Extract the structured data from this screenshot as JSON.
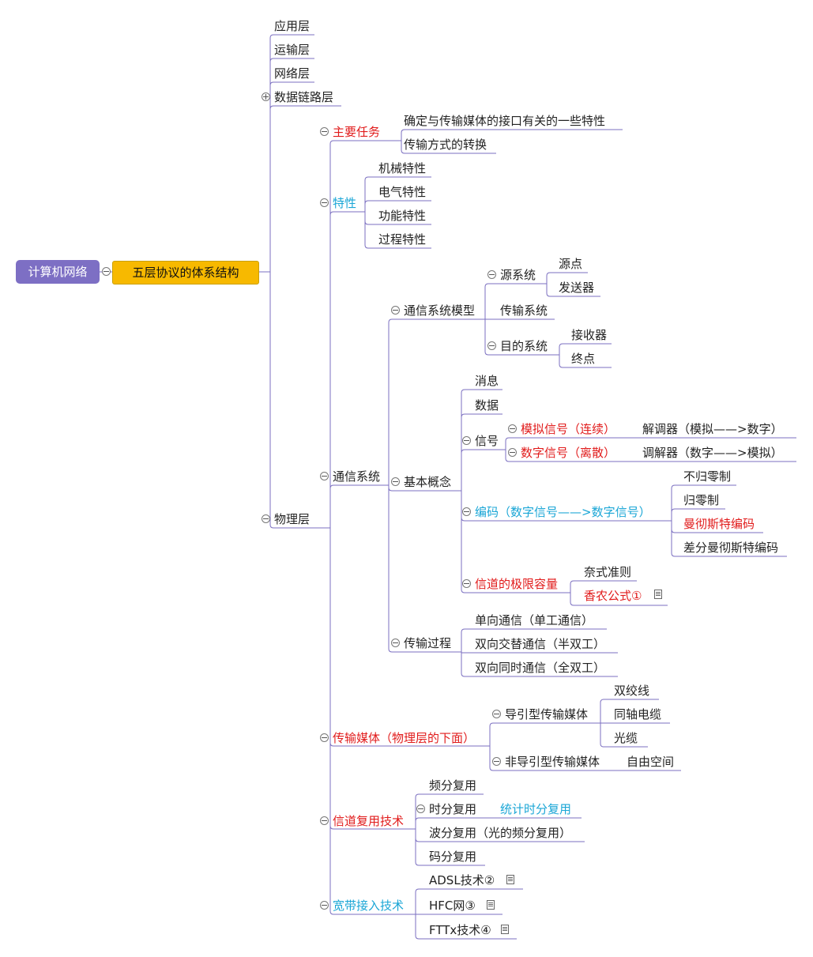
{
  "root": "计算机网络",
  "main": "五层协议的体系结构",
  "layers": {
    "application": "应用层",
    "transport": "运输层",
    "network": "网络层",
    "datalink": "数据链路层",
    "physical": "物理层"
  },
  "main_task": {
    "label": "主要任务",
    "items": [
      "确定与传输媒体的接口有关的一些特性",
      "传输方式的转换"
    ]
  },
  "features": {
    "label": "特性",
    "items": [
      "机械特性",
      "电气特性",
      "功能特性",
      "过程特性"
    ]
  },
  "comm_system": {
    "label": "通信系统",
    "model": {
      "label": "通信系统模型",
      "source": "源系统",
      "source_items": [
        "源点",
        "发送器"
      ],
      "transmission": "传输系统",
      "dest": "目的系统",
      "dest_items": [
        "接收器",
        "终点"
      ]
    },
    "concepts": {
      "label": "基本概念",
      "message": "消息",
      "data": "数据",
      "signal": "信号",
      "analog": "模拟信号（连续）",
      "analog_note": "解调器（模拟——>数字）",
      "digital": "数字信号（离散）",
      "digital_note": "调解器（数字——>模拟）",
      "encoding": "编码（数字信号——>数字信号）",
      "encoding_items": [
        "不归零制",
        "归零制",
        "曼彻斯特编码",
        "差分曼彻斯特编码"
      ],
      "capacity": "信道的极限容量",
      "capacity_items": [
        "奈式准则",
        "香农公式①"
      ]
    },
    "process": {
      "label": "传输过程",
      "items": [
        "单向通信（单工通信）",
        "双向交替通信（半双工）",
        "双向同时通信（全双工）"
      ]
    }
  },
  "media": {
    "label": "传输媒体（物理层的下面）",
    "guided": "导引型传输媒体",
    "guided_items": [
      "双绞线",
      "同轴电缆",
      "光缆"
    ],
    "unguided": "非导引型传输媒体",
    "unguided_item": "自由空间"
  },
  "multiplex": {
    "label": "信道复用技术",
    "freq": "频分复用",
    "time": "时分复用",
    "stat": "统计时分复用",
    "wave": "波分复用（光的频分复用）",
    "code": "码分复用"
  },
  "broadband": {
    "label": "宽带接入技术",
    "items": [
      "ADSL技术②",
      "HFC网③",
      "FTTx技术④"
    ]
  },
  "colors": {
    "red": "#e11b1b",
    "blue": "#1aa6d6",
    "root_bg": "#7d6fc4",
    "main_bg": "#f7b900",
    "line": "#7b6fc0"
  }
}
